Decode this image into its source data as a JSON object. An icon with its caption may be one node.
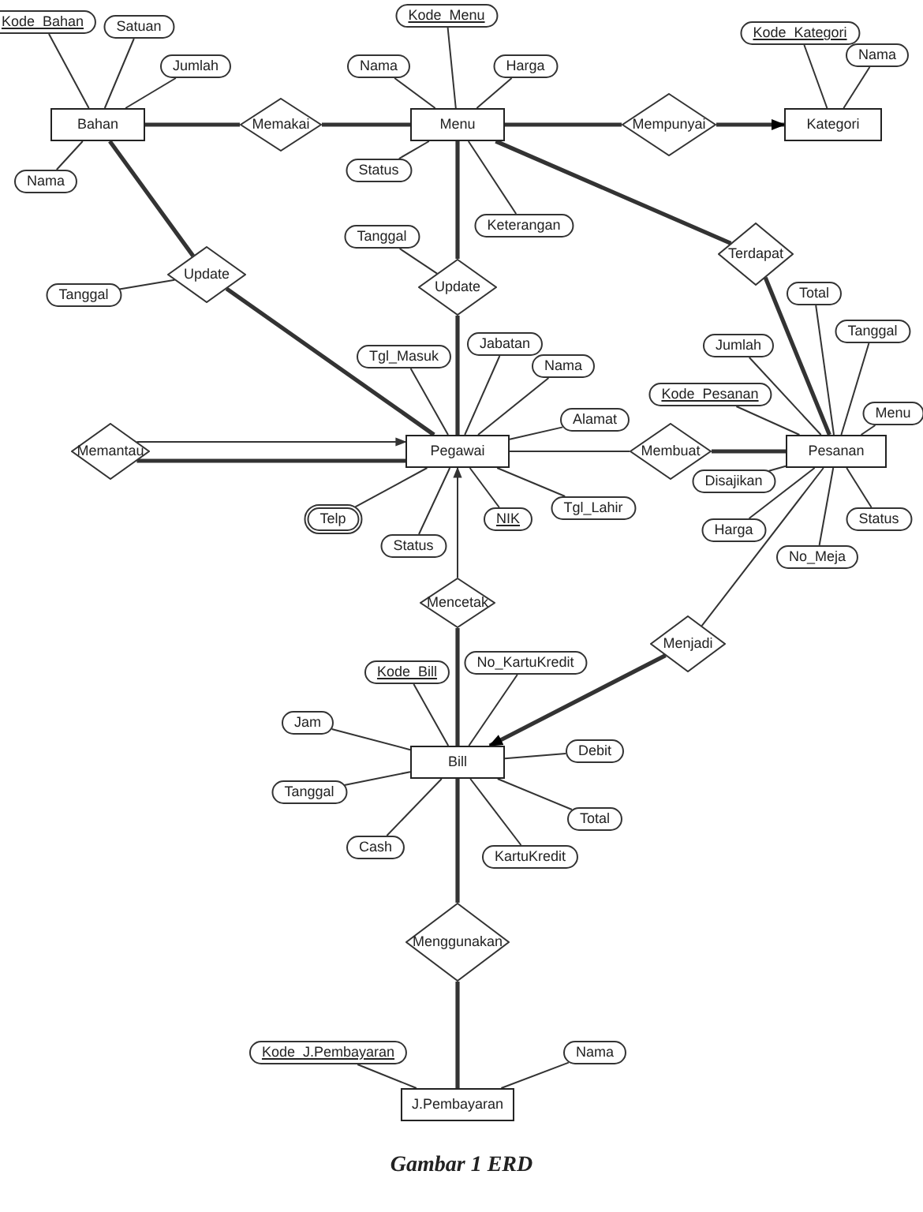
{
  "diagram": {
    "caption": "Gambar 1 ERD",
    "nodes": [
      {
        "text": [
          "Kode_Bahan"
        ]
      },
      {
        "text": [
          "Satuan"
        ]
      },
      {
        "text": [
          "Jumlah"
        ]
      },
      {
        "text": [
          "Kode_Menu"
        ]
      },
      {
        "text": [
          "Nama"
        ]
      },
      {
        "text": [
          "Harga"
        ]
      },
      {
        "text": [
          "Kode_Kategori"
        ]
      },
      {
        "text": [
          "Nama"
        ]
      },
      {
        "text": [
          "Bahan"
        ]
      },
      {
        "text": [
          "Memakai"
        ]
      },
      {
        "text": [
          "Menu"
        ]
      },
      {
        "text": [
          "Mempunyai"
        ]
      },
      {
        "text": [
          "Kategori"
        ]
      },
      {
        "text": [
          "Nama"
        ]
      },
      {
        "text": [
          "Status"
        ]
      },
      {
        "text": [
          "Keterangan"
        ]
      },
      {
        "text": [
          "Tanggal"
        ]
      },
      {
        "text": [
          "Update"
        ]
      },
      {
        "text": [
          "Update"
        ]
      },
      {
        "text": [
          "Terdapat"
        ]
      },
      {
        "text": [
          "Tanggal"
        ]
      },
      {
        "text": [
          "Total"
        ]
      },
      {
        "text": [
          "Tgl_Masuk"
        ]
      },
      {
        "text": [
          "Jabatan"
        ]
      },
      {
        "text": [
          "Tanggal"
        ]
      },
      {
        "text": [
          "Jumlah"
        ]
      },
      {
        "text": [
          "Nama"
        ]
      },
      {
        "text": [
          "Kode_Pesanan"
        ]
      },
      {
        "text": [
          "Alamat"
        ]
      },
      {
        "text": [
          "Menu"
        ]
      },
      {
        "text": [
          "Memantau"
        ]
      },
      {
        "text": [
          "Pegawai"
        ]
      },
      {
        "text": [
          "Membuat"
        ]
      },
      {
        "text": [
          "Pesanan"
        ]
      },
      {
        "text": [
          "Disajikan"
        ]
      },
      {
        "text": [
          "Telp"
        ]
      },
      {
        "text": [
          "Status"
        ]
      },
      {
        "text": [
          "NIK"
        ]
      },
      {
        "text": [
          "Tgl_Lahir"
        ]
      },
      {
        "text": [
          "Harga"
        ]
      },
      {
        "text": [
          "Status"
        ]
      },
      {
        "text": [
          "No_Meja"
        ]
      },
      {
        "text": [
          "Mencetak"
        ]
      },
      {
        "text": [
          "Menjadi"
        ]
      },
      {
        "text": [
          "No_KartuKredit"
        ]
      },
      {
        "text": [
          "Kode_Bill"
        ]
      },
      {
        "text": [
          "Jam"
        ]
      },
      {
        "text": [
          "Debit"
        ]
      },
      {
        "text": [
          "Bill"
        ]
      },
      {
        "text": [
          "Tanggal"
        ]
      },
      {
        "text": [
          "Total"
        ]
      },
      {
        "text": [
          "Cash"
        ]
      },
      {
        "text": [
          "KartuKredit"
        ]
      },
      {
        "text": [
          "Menggunakan"
        ]
      },
      {
        "text": [
          "Kode_J.Pembayaran"
        ]
      },
      {
        "text": [
          "Nama"
        ]
      },
      {
        "text": [
          "J.Pembayaran"
        ]
      }
    ],
    "edges": [
      {
        "from": 8,
        "to": 0,
        "arrow": "none"
      },
      {
        "from": 8,
        "to": 1,
        "arrow": "none"
      },
      {
        "from": 8,
        "to": 2,
        "arrow": "none"
      },
      {
        "from": 8,
        "to": 13,
        "arrow": "none"
      },
      {
        "from": 10,
        "to": 3,
        "arrow": "none"
      },
      {
        "from": 10,
        "to": 4,
        "arrow": "none"
      },
      {
        "from": 10,
        "to": 5,
        "arrow": "none"
      },
      {
        "from": 10,
        "to": 14,
        "arrow": "none"
      },
      {
        "from": 10,
        "to": 15,
        "arrow": "none"
      },
      {
        "from": 12,
        "to": 6,
        "arrow": "none"
      },
      {
        "from": 12,
        "to": 7,
        "arrow": "none"
      },
      {
        "from": 8,
        "to": 9,
        "arrow": "none",
        "style": "thick"
      },
      {
        "from": 9,
        "to": 10,
        "arrow": "none",
        "style": "thick"
      },
      {
        "from": 10,
        "to": 11,
        "arrow": "none",
        "style": "thick"
      },
      {
        "from": 11,
        "to": 12,
        "arrow": "to",
        "style": "thick"
      },
      {
        "from": 8,
        "to": 17,
        "arrow": "none",
        "style": "thick"
      },
      {
        "from": 17,
        "to": 31,
        "arrow": "none",
        "style": "thick"
      },
      {
        "from": 17,
        "to": 20,
        "arrow": "none"
      },
      {
        "from": 10,
        "to": 18,
        "arrow": "none",
        "style": "thick"
      },
      {
        "from": 18,
        "to": 31,
        "arrow": "none",
        "style": "thick"
      },
      {
        "from": 18,
        "to": 16,
        "arrow": "none"
      },
      {
        "from": 10,
        "to": 19,
        "arrow": "none",
        "style": "thick"
      },
      {
        "from": 19,
        "to": 33,
        "arrow": "none",
        "style": "thick"
      },
      {
        "from": 31,
        "to": 22,
        "arrow": "none"
      },
      {
        "from": 31,
        "to": 23,
        "arrow": "none"
      },
      {
        "from": 31,
        "to": 26,
        "arrow": "none"
      },
      {
        "from": 31,
        "to": 28,
        "arrow": "none"
      },
      {
        "from": 31,
        "to": 35,
        "arrow": "none"
      },
      {
        "from": 31,
        "to": 36,
        "arrow": "none"
      },
      {
        "from": 31,
        "to": 37,
        "arrow": "none"
      },
      {
        "from": 31,
        "to": 38,
        "arrow": "none"
      },
      {
        "from": 30,
        "to": 31,
        "arrow": "to"
      },
      {
        "from": 30,
        "to": 31,
        "arrow": "none",
        "style": "thick"
      },
      {
        "from": 31,
        "to": 32,
        "arrow": "none"
      },
      {
        "from": 32,
        "to": 33,
        "arrow": "none",
        "style": "thick"
      },
      {
        "from": 33,
        "to": 21,
        "arrow": "none"
      },
      {
        "from": 33,
        "to": 24,
        "arrow": "none"
      },
      {
        "from": 33,
        "to": 25,
        "arrow": "none"
      },
      {
        "from": 33,
        "to": 27,
        "arrow": "none"
      },
      {
        "from": 33,
        "to": 29,
        "arrow": "none"
      },
      {
        "from": 33,
        "to": 34,
        "arrow": "none"
      },
      {
        "from": 33,
        "to": 39,
        "arrow": "none"
      },
      {
        "from": 33,
        "to": 40,
        "arrow": "none"
      },
      {
        "from": 33,
        "to": 41,
        "arrow": "none"
      },
      {
        "from": 42,
        "to": 31,
        "arrow": "to"
      },
      {
        "from": 42,
        "to": 48,
        "arrow": "none",
        "style": "thick"
      },
      {
        "from": 33,
        "to": 43,
        "arrow": "none"
      },
      {
        "from": 43,
        "to": 48,
        "arrow": "to",
        "style": "thick"
      },
      {
        "from": 48,
        "to": 44,
        "arrow": "none"
      },
      {
        "from": 48,
        "to": 45,
        "arrow": "none"
      },
      {
        "from": 48,
        "to": 46,
        "arrow": "none"
      },
      {
        "from": 48,
        "to": 47,
        "arrow": "none"
      },
      {
        "from": 48,
        "to": 49,
        "arrow": "none"
      },
      {
        "from": 48,
        "to": 50,
        "arrow": "none"
      },
      {
        "from": 48,
        "to": 51,
        "arrow": "none"
      },
      {
        "from": 48,
        "to": 52,
        "arrow": "none"
      },
      {
        "from": 48,
        "to": 53,
        "arrow": "none",
        "style": "thick"
      },
      {
        "from": 53,
        "to": 56,
        "arrow": "none",
        "style": "thick"
      },
      {
        "from": 56,
        "to": 54,
        "arrow": "none"
      },
      {
        "from": 56,
        "to": 55,
        "arrow": "none"
      }
    ]
  }
}
